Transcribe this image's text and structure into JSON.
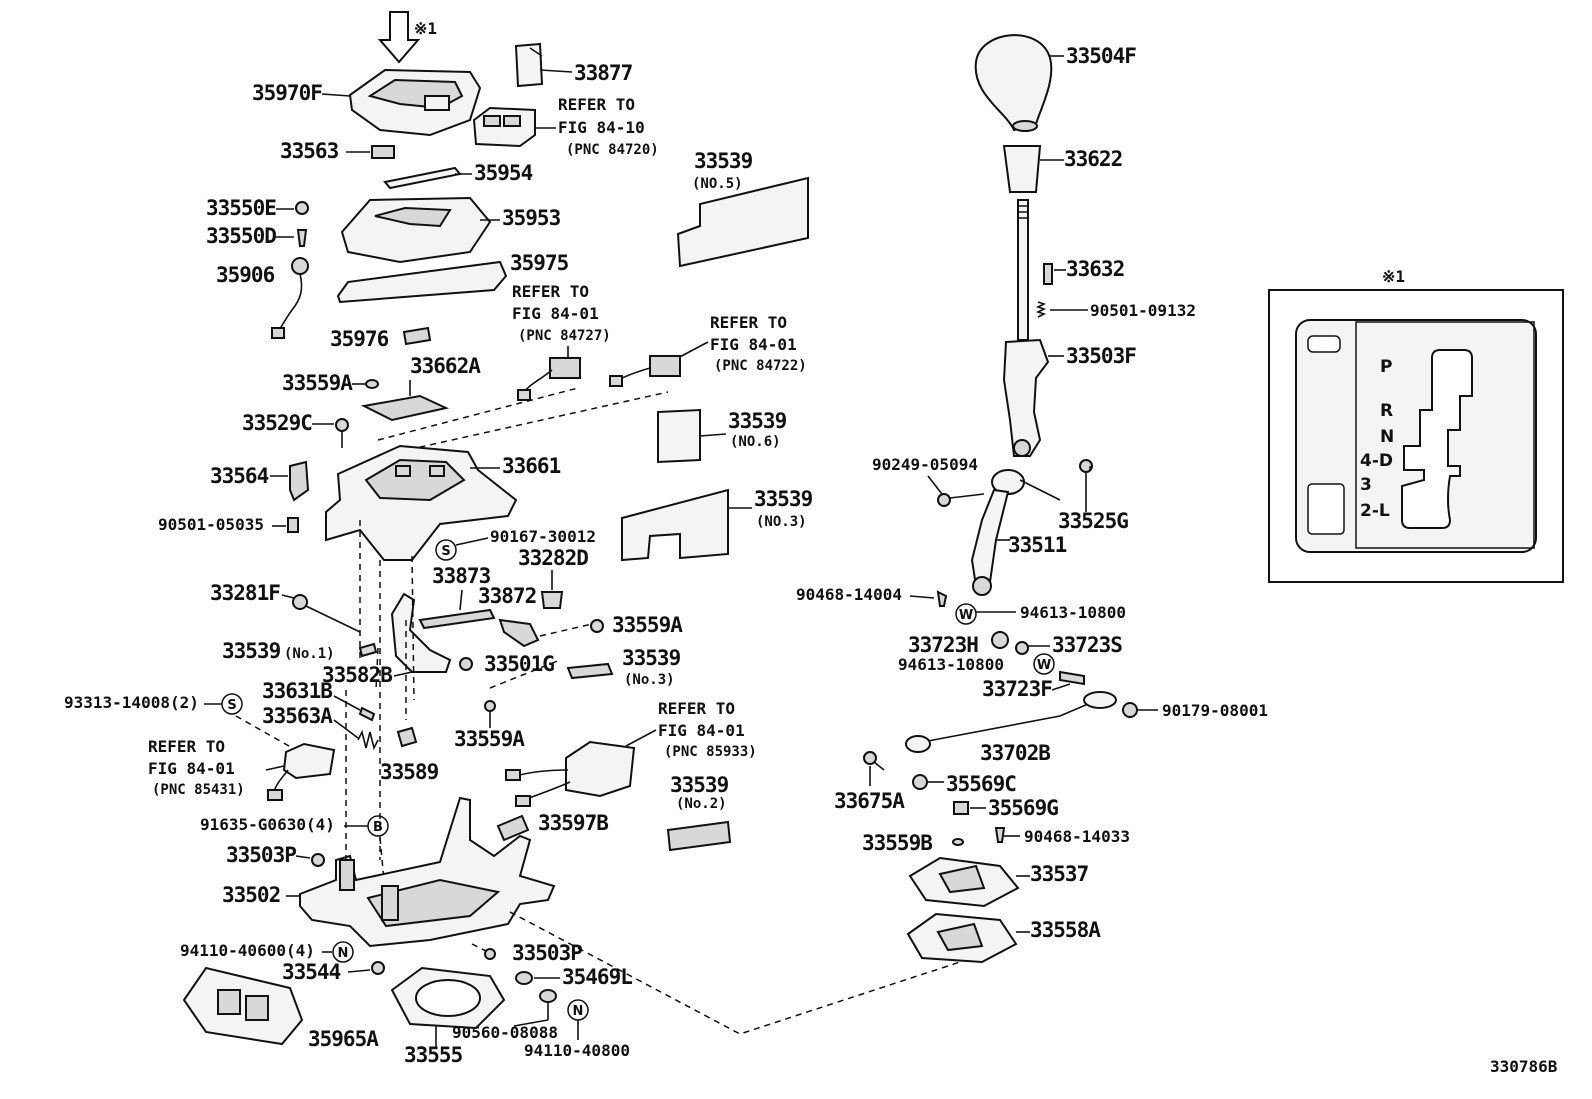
{
  "diagram_id": "330786B",
  "arrow_note": "※1",
  "labels": {
    "p35970F": "35970F",
    "p33877": "33877",
    "refer_fig8410": [
      "REFER TO",
      "FIG 84-10",
      "(PNC 84720)"
    ],
    "p33563": "33563",
    "p35954": "35954",
    "p33550E": "33550E",
    "p35953": "35953",
    "p33550D": "33550D",
    "p35975": "35975",
    "p35906": "35906",
    "refer_fig8401_a": [
      "REFER TO",
      "FIG 84-01",
      "(PNC 84727)"
    ],
    "p35976": "35976",
    "refer_fig8401_b": [
      "REFER TO",
      "FIG 84-01",
      "(PNC 84722)"
    ],
    "p33559A_top": "33559A",
    "p33662A": "33662A",
    "p33529C": "33529C",
    "p33564": "33564",
    "p33661": "33661",
    "p90501_05035": "90501-05035",
    "p90167_30012": "90167-30012",
    "p33282D": "33282D",
    "p33873": "33873",
    "p33281F": "33281F",
    "p33872": "33872",
    "p33559A_mid": "33559A",
    "p33539_no1": "33539",
    "p33539_no1_sub": "(No.1)",
    "p33582B": "33582B",
    "p33501G": "33501G",
    "p33539_no3b": "33539",
    "p33539_no3b_sub": "(No.3)",
    "p93313": "93313-14008(2)",
    "p33631B": "33631B",
    "p33563A": "33563A",
    "p33559A_low": "33559A",
    "refer_fig8401_c": [
      "REFER TO",
      "FIG 84-01",
      "(PNC 85431)"
    ],
    "p33589": "33589",
    "refer_fig8401_d": [
      "REFER TO",
      "FIG 84-01",
      "(PNC 85933)"
    ],
    "p33539_no2": "33539",
    "p33539_no2_sub": "(No.2)",
    "p91635": "91635-G0630(4)",
    "p33597B": "33597B",
    "p33503P_top": "33503P",
    "p33502": "33502",
    "p94110_40600": "94110-40600(4)",
    "p33503P_low": "33503P",
    "p33544": "33544",
    "p35469L": "35469L",
    "p90560": "90560-08088",
    "p94110_40800": "94110-40800",
    "p35965A": "35965A",
    "p33555": "33555",
    "p33539_no5": "33539",
    "p33539_no5_sub": "(NO.5)",
    "p33539_no6": "33539",
    "p33539_no6_sub": "(NO.6)",
    "p33539_no3": "33539",
    "p33539_no3_sub": "(NO.3)",
    "p33504F": "33504F",
    "p33622": "33622",
    "p33632": "33632",
    "p90501_09132": "90501-09132",
    "p33503F": "33503F",
    "p90249": "90249-05094",
    "p33525G": "33525G",
    "p33511": "33511",
    "p90468_14004": "90468-14004",
    "p94613_a": "94613-10800",
    "p33723H": "33723H",
    "p33723S": "33723S",
    "p94613_b": "94613-10800",
    "p33723F": "33723F",
    "p90179": "90179-08001",
    "p33702B": "33702B",
    "p33675A": "33675A",
    "p35569C": "35569C",
    "p35569G": "35569G",
    "p33559B": "33559B",
    "p90468_14033": "90468-14033",
    "p33537": "33537",
    "p33558A": "33558A"
  },
  "circle_marks": {
    "S": "S",
    "W": "W",
    "B": "B",
    "N": "N"
  },
  "inset": {
    "title": "※1",
    "gate_positions": [
      "P",
      "R",
      "N",
      "4-D",
      "3",
      "2-L"
    ]
  }
}
